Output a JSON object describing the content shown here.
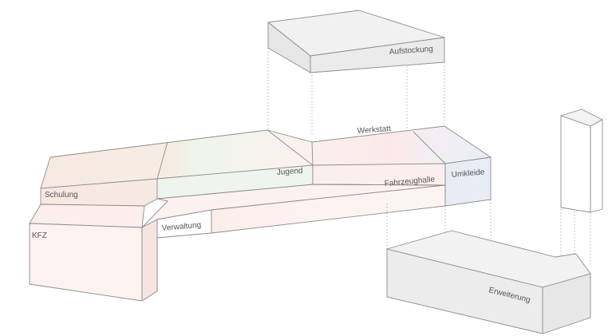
{
  "labels": {
    "aufstockung": "Aufstockung",
    "werkstatt": "Werkstatt",
    "jugend": "Jugend",
    "schulung": "Schulung",
    "fahrzeughalle": "Fahrzeughalle",
    "umkleide": "Umkleide",
    "verwaltung": "Verwaltung",
    "kfz": "KFZ",
    "erweiterung": "Erweiterung"
  },
  "colors": {
    "schulung": "#f7ebe4",
    "jugend": "#edf5ea",
    "werkstatt": "#fbeaea",
    "umkleide": "#e9eef6",
    "kfz": "#fbf0ee",
    "neutral": "#efefef",
    "white": "#ffffff",
    "line": "#8c8c8c"
  }
}
